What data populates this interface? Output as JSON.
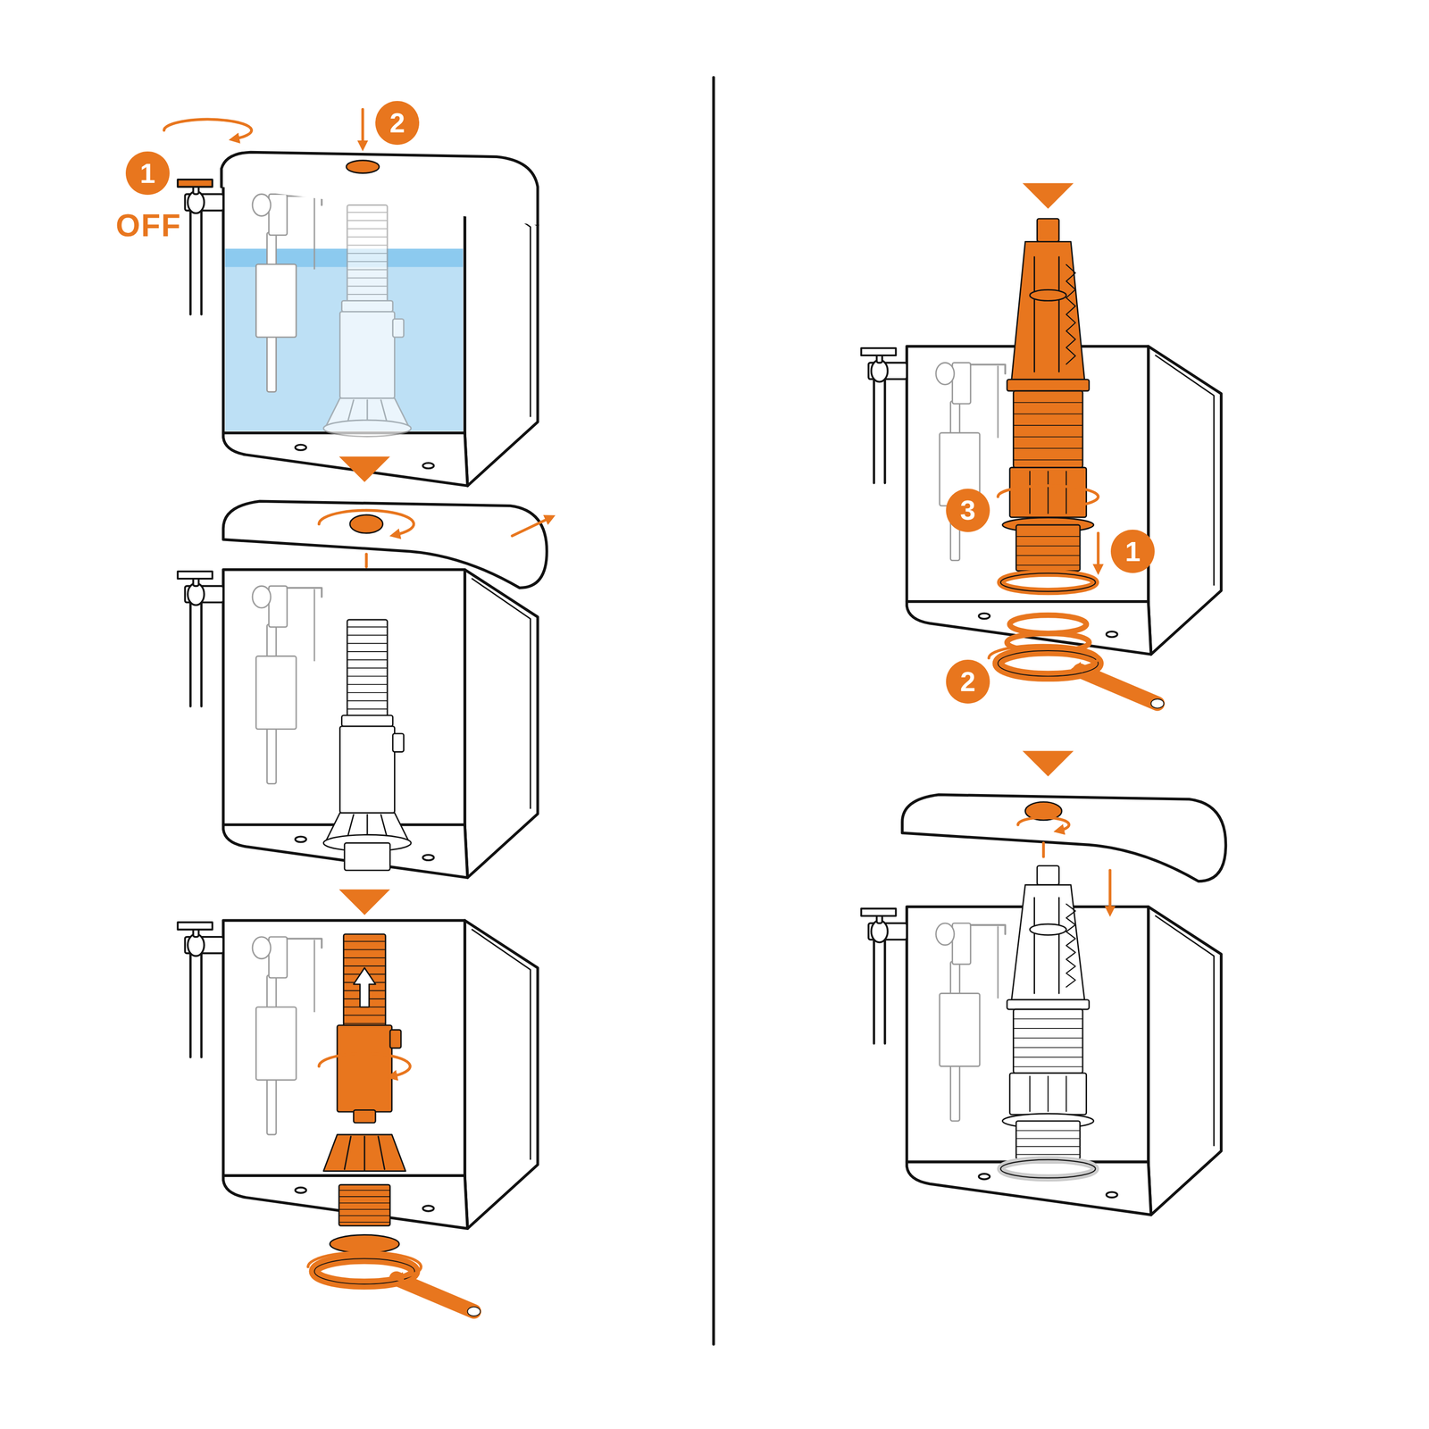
{
  "diagram": {
    "nodes": [
      {
        "text": [
          "1"
        ]
      },
      {
        "text": [
          "2"
        ]
      },
      {
        "text": [
          "3"
        ]
      },
      {
        "text": [
          "1"
        ]
      },
      {
        "text": [
          "2"
        ]
      }
    ],
    "labels": [
      "OFF"
    ]
  }
}
